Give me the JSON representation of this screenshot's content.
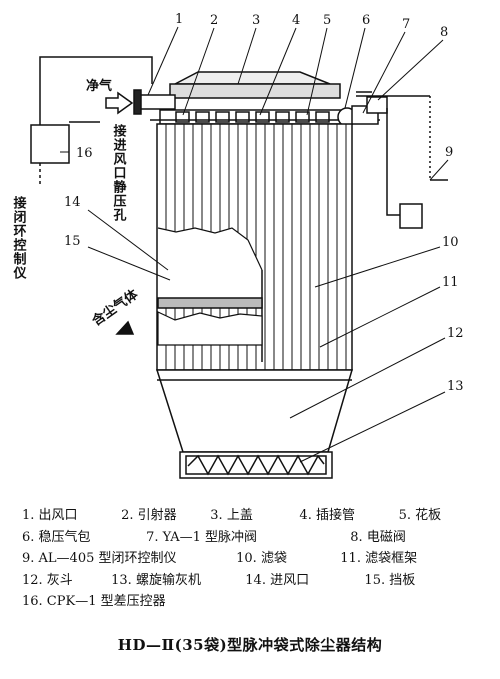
{
  "callouts": [
    "1",
    "2",
    "3",
    "4",
    "5",
    "6",
    "7",
    "8",
    "9",
    "10",
    "11",
    "12",
    "13",
    "14",
    "15",
    "16"
  ],
  "labels": {
    "clean_gas": "净气",
    "static_port": "接进风口静压孔",
    "closed_loop": "接闭环控制仪",
    "dusty_gas": "含尘气体"
  },
  "legend": [
    [
      "1. 出风口",
      "2. 引射器",
      "3. 上盖",
      "4. 插接管",
      "5. 花板"
    ],
    [
      "6. 稳压气包",
      "7. YA—1 型脉冲阀",
      "8. 电磁阀"
    ],
    [
      "9. AL—405 型闭环控制仪",
      "10. 滤袋",
      "11. 滤袋框架"
    ],
    [
      "12. 灰斗",
      "13. 螺旋输灰机",
      "14. 进风口",
      "15. 挡板"
    ],
    [
      "16. CPK—1 型差压控器"
    ]
  ],
  "caption": "HD—Ⅱ(35袋)型脉冲袋式除尘器结构"
}
